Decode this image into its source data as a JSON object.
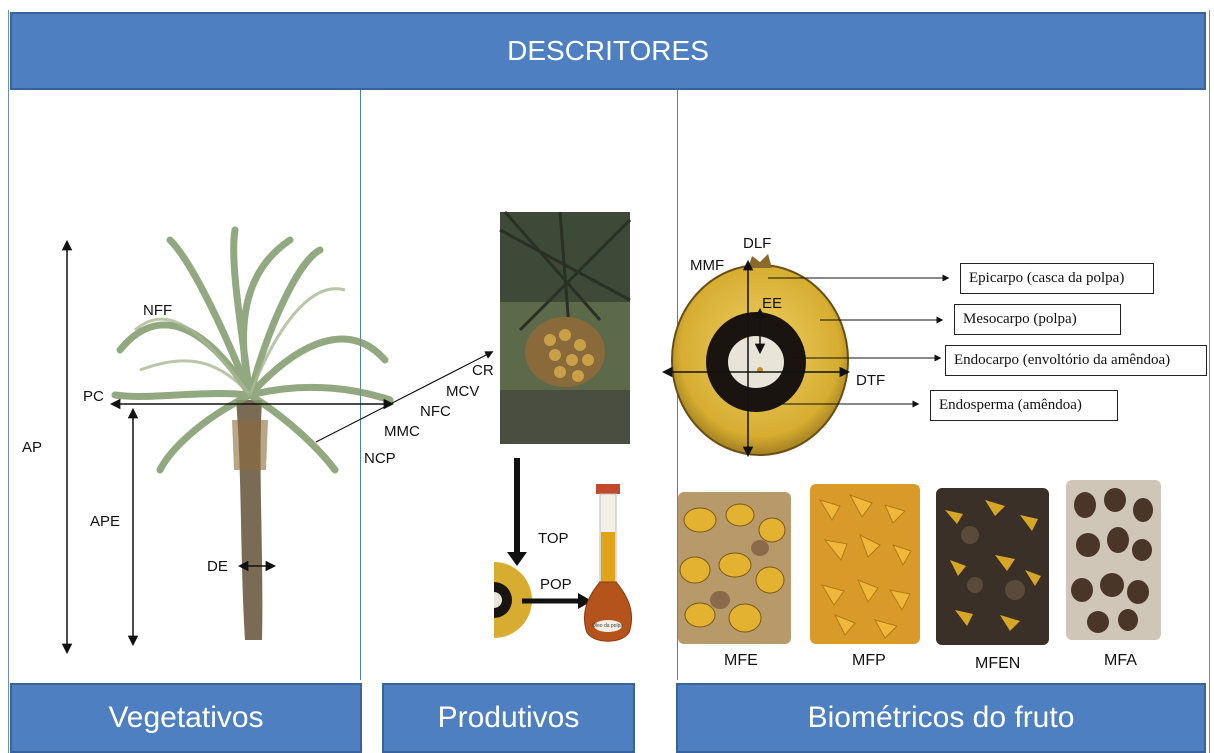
{
  "header": {
    "title": "DESCRITORES"
  },
  "sections": {
    "vegetativos": "Vegetativos",
    "produtivos": "Produtivos",
    "biometricos": "Biométricos do fruto"
  },
  "tree_labels": {
    "nff": "NFF",
    "pc": "PC",
    "ap": "AP",
    "ape": "APE",
    "de": "DE"
  },
  "productive_labels": {
    "cr": "CR",
    "mcv": "MCV",
    "nfc": "NFC",
    "mmc": "MMC",
    "ncp": "NCP",
    "top": "TOP",
    "pop": "POP"
  },
  "fruit_labels": {
    "dlf": "DLF",
    "mmf": "MMF",
    "ee": "EE",
    "dtf": "DTF"
  },
  "fruit_parts": {
    "epicarpo": "Epicarpo (casca da polpa)",
    "mesocarpo": "Mesocarpo (polpa)",
    "endocarpo": "Endocarpo (envoltório da amêndoa)",
    "endosperma": "Endosperma (amêndoa)"
  },
  "oil_label": "Óleo da polpa",
  "sample_captions": {
    "mfe": "MFE",
    "mfp": "MFP",
    "mfen": "MFEN",
    "mfa": "MFA"
  },
  "colors": {
    "header": "#4e7fc1",
    "fruit_pulp": "#d8b13a",
    "endocarp": "#1a1410"
  }
}
